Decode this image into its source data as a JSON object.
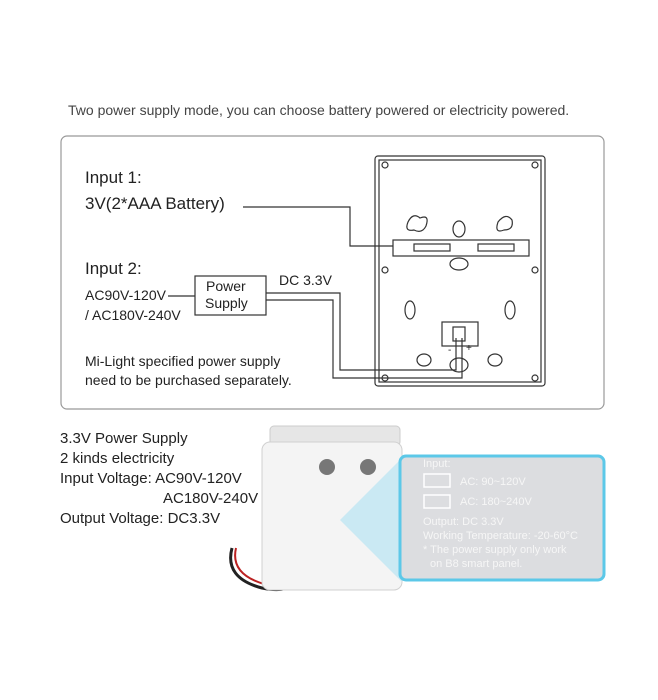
{
  "heading": "Two power supply mode, you can choose battery powered or electricity powered.",
  "diagram": {
    "input1_label": "Input 1:",
    "input1_value": "3V(2*AAA Battery)",
    "input2_label": "Input 2:",
    "input2_line1": "AC90V-120V",
    "input2_line2": "/ AC180V-240V",
    "power_supply_line1": "Power",
    "power_supply_line2": "Supply",
    "dc_label": "DC 3.3V",
    "note_line1": "Mi-Light specified power supply",
    "note_line2": "need to be purchased separately.",
    "polarity_minus": "-",
    "polarity_plus": "+"
  },
  "specs": {
    "line1": "3.3V Power Supply",
    "line2": "2 kinds electricity",
    "line3": "Input Voltage: AC90V-120V",
    "line4": "AC180V-240V",
    "line5": "Output Voltage: DC3.3V"
  },
  "label_closeup": {
    "input": "Input:",
    "ac1": "AC: 90~120V",
    "ac2": "AC: 180~240V",
    "output": "Output: DC 3.3V",
    "temp": "Working Temperature: -20-60°C",
    "note1": "* The power supply only work",
    "note2": "on B8 smart panel."
  },
  "colors": {
    "callout_border": "#5cc8e8",
    "line": "#333333"
  }
}
